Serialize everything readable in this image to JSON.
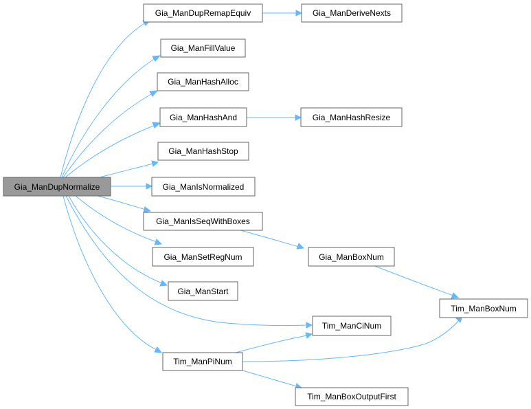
{
  "graph": {
    "edge_color": "#63b8ff",
    "root_fill": "#999999",
    "node_fill": "#ffffff",
    "border_color": "#666666",
    "nodes": {
      "root": "Gia_ManDupNormalize",
      "dupRemapEquiv": "Gia_ManDupRemapEquiv",
      "deriveNexts": "Gia_ManDeriveNexts",
      "fillValue": "Gia_ManFillValue",
      "hashAlloc": "Gia_ManHashAlloc",
      "hashAnd": "Gia_ManHashAnd",
      "hashResize": "Gia_ManHashResize",
      "hashStop": "Gia_ManHashStop",
      "isNormalized": "Gia_ManIsNormalized",
      "isSeqWithBoxes": "Gia_ManIsSeqWithBoxes",
      "setRegNum": "Gia_ManSetRegNum",
      "boxNum": "Gia_ManBoxNum",
      "start": "Gia_ManStart",
      "timBoxNum": "Tim_ManBoxNum",
      "timCiNum": "Tim_ManCiNum",
      "timPiNum": "Tim_ManPiNum",
      "timBoxOutputFirst": "Tim_ManBoxOutputFirst"
    }
  }
}
